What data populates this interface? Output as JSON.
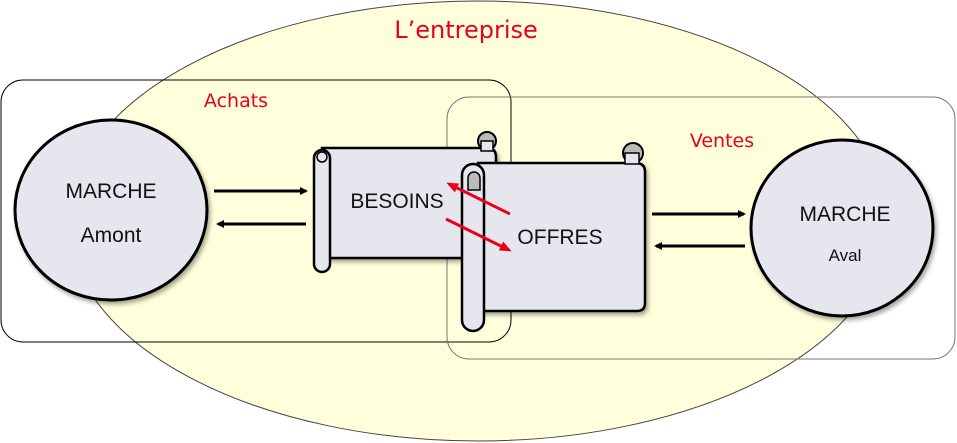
{
  "diagram": {
    "enterprise_label": "L’entreprise",
    "purchases_label": "Achats",
    "sales_label": "Ventes",
    "upstream_market": {
      "title": "MARCHE",
      "subtitle": "Amont"
    },
    "downstream_market": {
      "title": "MARCHE",
      "subtitle": "Aval"
    },
    "needs_scroll": "BESOINS",
    "offers_scroll": "OFFRES"
  },
  "colors": {
    "enterprise_fill": "#ffffdc",
    "node_fill": "#e6e6ee",
    "label_red": "#e8001c",
    "arrow_red": "#e8001c",
    "stroke": "#000000"
  }
}
